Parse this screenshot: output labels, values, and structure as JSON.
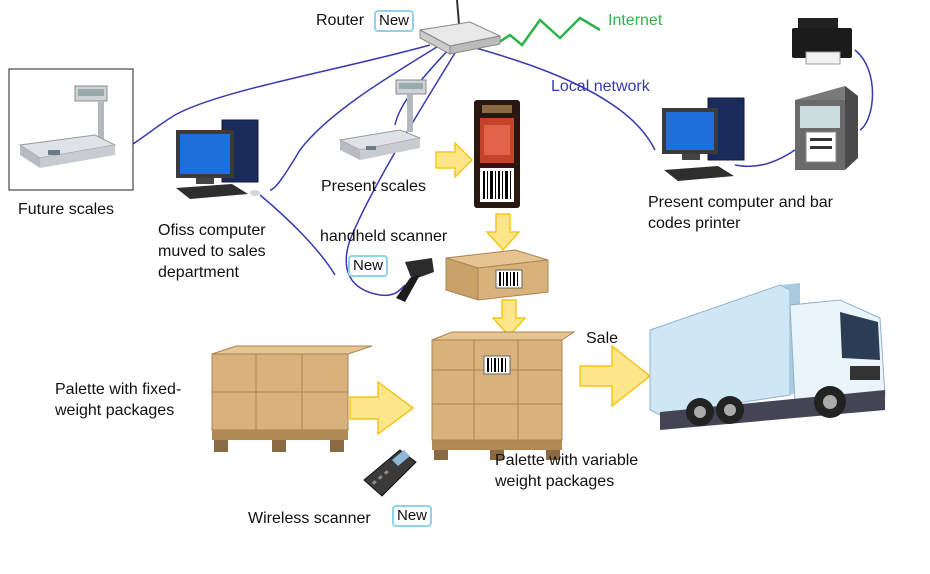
{
  "labels": {
    "router": "Router",
    "internet": "Internet",
    "local_network": "Local network",
    "future_scales": "Future scales",
    "office_computer": [
      "Ofiss computer",
      "muved to sales",
      "department"
    ],
    "present_scales": "Present scales",
    "handheld_scanner": "handheld scanner",
    "present_computer": [
      "Present computer and bar",
      "codes printer"
    ],
    "sale": "Sale",
    "palette_fixed": [
      "Palette with fixed-",
      "weight packages"
    ],
    "palette_variable": [
      "Palette with variable",
      "weight packages"
    ],
    "wireless_scanner": "Wireless scanner"
  },
  "badges": {
    "router": "New",
    "handheld": "New",
    "wireless": "New"
  },
  "colors": {
    "network_line": "#3a3ab0",
    "internet_line": "#2db34a",
    "arrow_fill": "#fde68a",
    "arrow_stroke": "#f5c518",
    "box": "#d8b27a",
    "badge_border": "#8fd3ea"
  },
  "icons": [
    "router-icon",
    "scale-icon",
    "desktop-computer-icon",
    "printer-icon",
    "label-printer-icon",
    "meat-package-icon",
    "cardboard-box-icon",
    "barcode-scanner-icon",
    "pallet-icon",
    "truck-icon",
    "wireless-scanner-icon"
  ]
}
